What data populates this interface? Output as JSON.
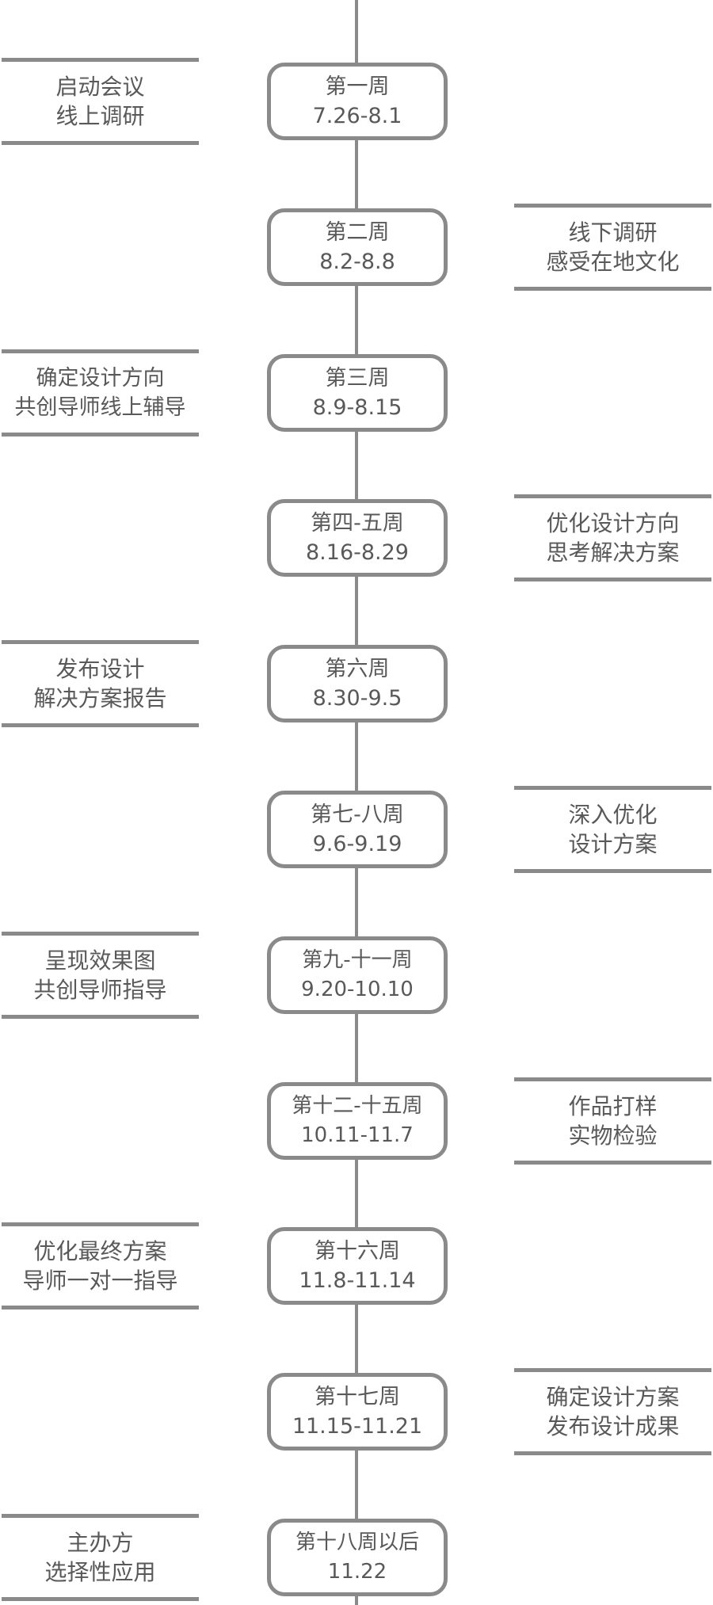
{
  "weeks": [
    {
      "label": "第一周",
      "dates": "7.26-8.1",
      "note": {
        "side": "left",
        "lines": [
          "启动会议",
          "线上调研"
        ]
      }
    },
    {
      "label": "第二周",
      "dates": "8.2-8.8",
      "note": {
        "side": "right",
        "lines": [
          "线下调研",
          "感受在地文化"
        ]
      }
    },
    {
      "label": "第三周",
      "dates": "8.9-8.15",
      "note": {
        "side": "left",
        "lines": [
          "确定设计方向",
          "共创导师线上辅导"
        ]
      }
    },
    {
      "label": "第四-五周",
      "dates": "8.16-8.29",
      "note": {
        "side": "right",
        "lines": [
          "优化设计方向",
          "思考解决方案"
        ]
      }
    },
    {
      "label": "第六周",
      "dates": "8.30-9.5",
      "note": {
        "side": "left",
        "lines": [
          "发布设计",
          "解决方案报告"
        ]
      }
    },
    {
      "label": "第七-八周",
      "dates": "9.6-9.19",
      "note": {
        "side": "right",
        "lines": [
          "深入优化",
          "设计方案"
        ]
      }
    },
    {
      "label": "第九-十一周",
      "dates": "9.20-10.10",
      "note": {
        "side": "left",
        "lines": [
          "呈现效果图",
          "共创导师指导"
        ]
      }
    },
    {
      "label": "第十二-十五周",
      "dates": "10.11-11.7",
      "note": {
        "side": "right",
        "lines": [
          "作品打样",
          "实物检验"
        ]
      }
    },
    {
      "label": "第十六周",
      "dates": "11.8-11.14",
      "note": {
        "side": "left",
        "lines": [
          "优化最终方案",
          "导师一对一指导"
        ]
      }
    },
    {
      "label": "第十七周",
      "dates": "11.15-11.21",
      "note": {
        "side": "right",
        "lines": [
          "确定设计方案",
          "发布设计成果"
        ]
      }
    },
    {
      "label": "第十八周以后",
      "dates": "11.22",
      "note": {
        "side": "left",
        "lines": [
          "主办方",
          "选择性应用"
        ]
      }
    }
  ]
}
